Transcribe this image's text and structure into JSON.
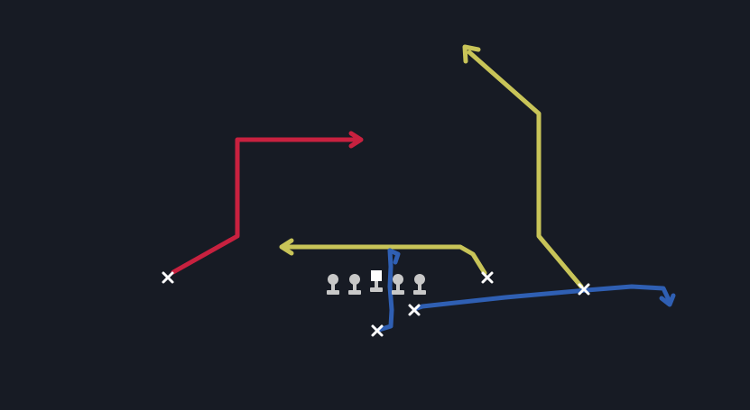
{
  "colors": {
    "background": "#171b24",
    "red": "#c8213f",
    "yellow": "#c8c458",
    "blue": "#2f5fb3",
    "player_mark": "#ffffff",
    "lineman": "#c8c8c8"
  },
  "routes": [
    {
      "id": "route-red-out",
      "color": "red"
    },
    {
      "id": "route-yellow-drag",
      "color": "yellow"
    },
    {
      "id": "route-yellow-post",
      "color": "yellow"
    },
    {
      "id": "route-blue-sit",
      "color": "blue"
    },
    {
      "id": "route-blue-flat",
      "color": "blue"
    }
  ],
  "players": [
    {
      "id": "receiver-left",
      "icon": "x-mark-icon"
    },
    {
      "id": "receiver-slot",
      "icon": "x-mark-icon"
    },
    {
      "id": "receiver-right",
      "icon": "x-mark-icon"
    },
    {
      "id": "back-left",
      "icon": "x-mark-icon"
    },
    {
      "id": "back-right",
      "icon": "x-mark-icon"
    }
  ],
  "linemen": [
    {
      "id": "left-tackle",
      "icon": "lineman-icon"
    },
    {
      "id": "left-guard",
      "icon": "lineman-icon"
    },
    {
      "id": "center",
      "icon": "center-icon"
    },
    {
      "id": "right-guard",
      "icon": "lineman-icon"
    },
    {
      "id": "right-tackle",
      "icon": "lineman-icon"
    }
  ]
}
